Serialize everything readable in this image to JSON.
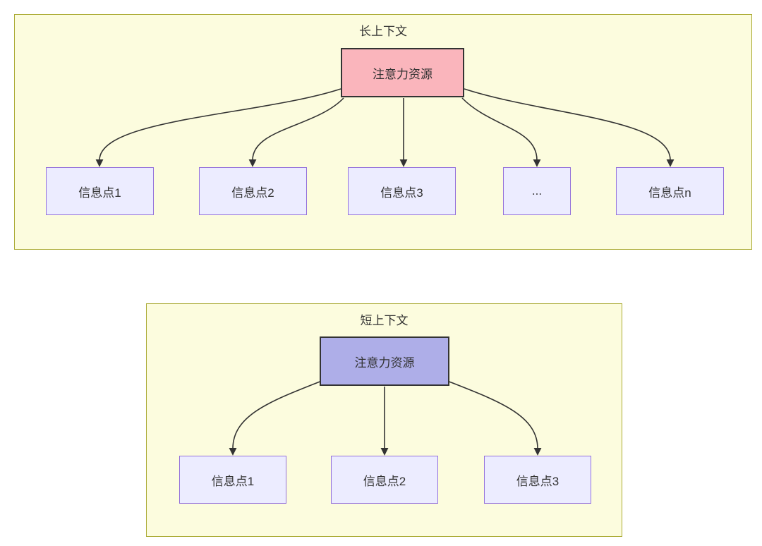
{
  "diagram": {
    "sections": [
      {
        "title": "长上下文",
        "source": {
          "label": "注意力资源"
        },
        "targets": [
          {
            "label": "信息点1"
          },
          {
            "label": "信息点2"
          },
          {
            "label": "信息点3"
          },
          {
            "label": "..."
          },
          {
            "label": "信息点n"
          }
        ]
      },
      {
        "title": "短上下文",
        "source": {
          "label": "注意力资源"
        },
        "targets": [
          {
            "label": "信息点1"
          },
          {
            "label": "信息点2"
          },
          {
            "label": "信息点3"
          }
        ]
      }
    ],
    "colors": {
      "container_fill": "#FCFCDE",
      "container_border": "#AAAA33",
      "long_source_fill": "#FAB5BC",
      "short_source_fill": "#AEAEE8",
      "source_border": "#333333",
      "target_fill": "#ECECFF",
      "target_border": "#9370DB",
      "arrow": "#333333",
      "text": "#333333"
    }
  }
}
